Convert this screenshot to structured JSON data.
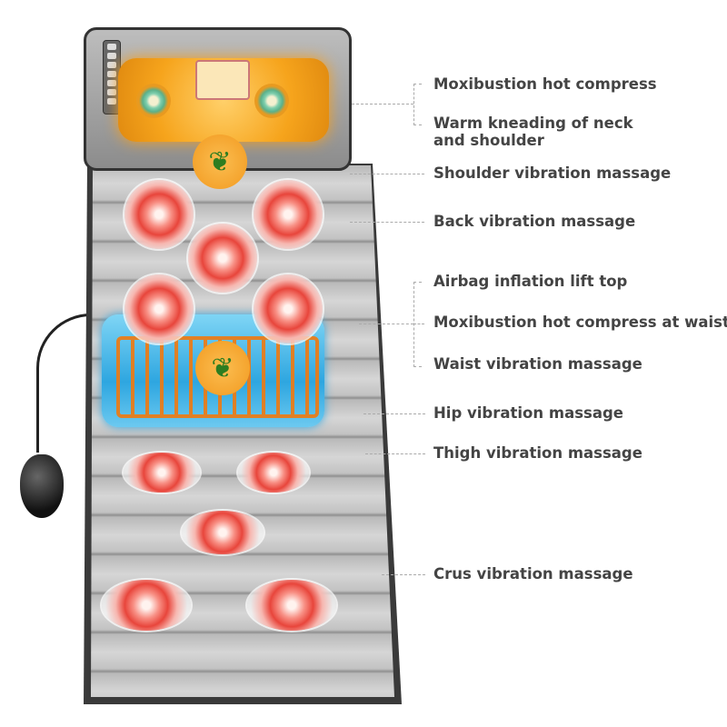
{
  "labels": [
    "Moxibustion hot compress",
    "Warm kneading of neck",
    "and shoulder",
    "Shoulder vibration massage",
    "Back vibration massage",
    "Airbag inflation lift top",
    "Moxibustion hot compress at waist",
    "Waist vibration massage",
    "Hip vibration massage",
    "Thigh vibration massage",
    "Crus vibration massage"
  ],
  "colors": {
    "heat": "#f6a41c",
    "vibration": "#e8453b",
    "airbag": "#2ea6e0",
    "text": "#444444"
  }
}
